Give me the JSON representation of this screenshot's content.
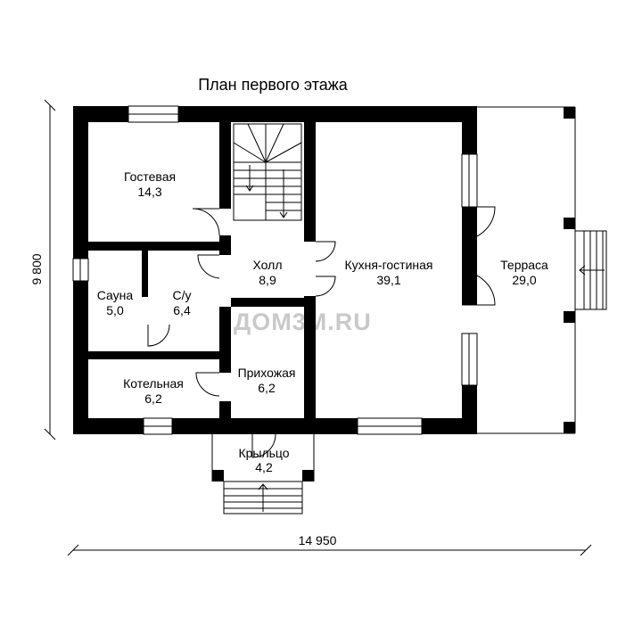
{
  "title": "План первого этажа",
  "dimensions": {
    "width": "14 950",
    "height": "9 800"
  },
  "watermark": "ДОМ3М.RU",
  "rooms": {
    "guest": {
      "name": "Гостевая",
      "area": "14,3"
    },
    "sauna": {
      "name": "Сауна",
      "area": "5,0"
    },
    "wc": {
      "name": "С/у",
      "area": "6,4"
    },
    "boiler": {
      "name": "Котельная",
      "area": "6,2"
    },
    "hall": {
      "name": "Холл",
      "area": "8,9"
    },
    "entrance": {
      "name": "Прихожая",
      "area": "6,2"
    },
    "kitchen": {
      "name": "Кухня-гостиная",
      "area": "39,1"
    },
    "terrace": {
      "name": "Терраса",
      "area": "29,0"
    },
    "porch": {
      "name": "Крыльцо",
      "area": "4,2"
    }
  }
}
